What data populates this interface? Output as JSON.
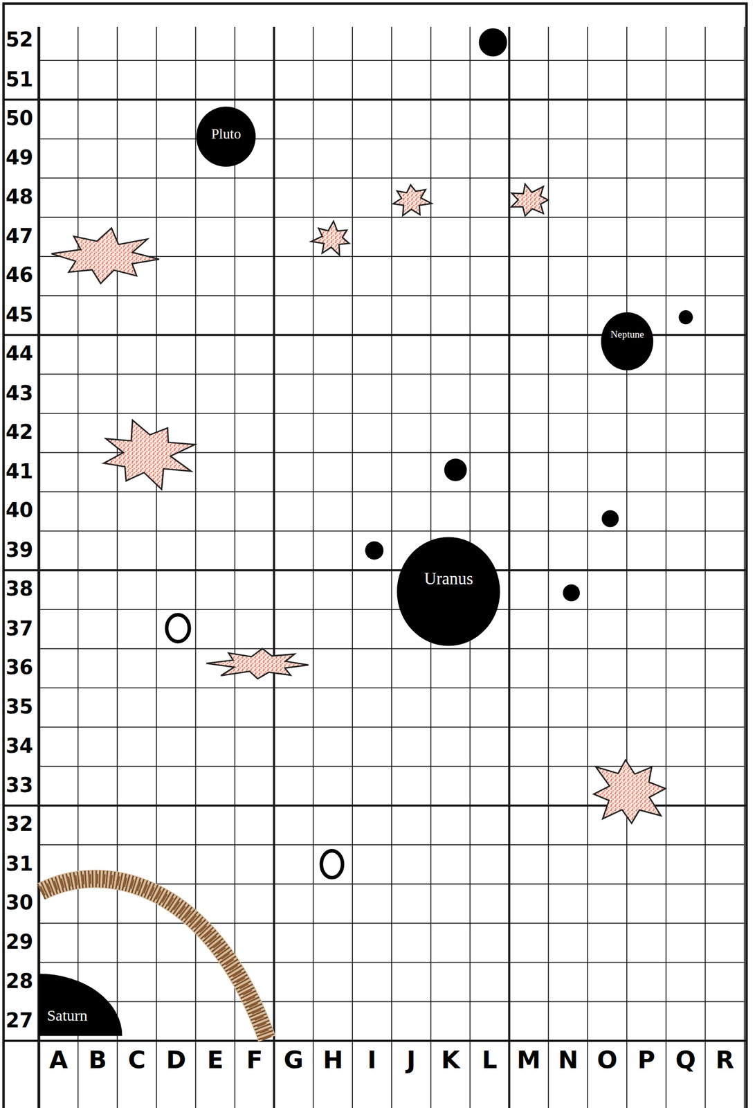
{
  "diagram": {
    "nodes": [
      {
        "text": [
          "Pluto"
        ]
      },
      {
        "text": [
          "Neptune"
        ]
      },
      {
        "text": [
          "Uranus"
        ]
      },
      {
        "text": [
          "Saturn"
        ]
      }
    ],
    "labels": [
      "52",
      "51",
      "50",
      "49",
      "48",
      "47",
      "46",
      "45",
      "44",
      "43",
      "42",
      "41",
      "40",
      "39",
      "38",
      "37",
      "36",
      "35",
      "34",
      "33",
      "32",
      "31",
      "30",
      "29",
      "28",
      "27",
      "A",
      "B",
      "C",
      "D",
      "E",
      "F",
      "G",
      "H",
      "I",
      "J",
      "K",
      "L",
      "M",
      "N",
      "O",
      "P",
      "Q",
      "R"
    ]
  }
}
